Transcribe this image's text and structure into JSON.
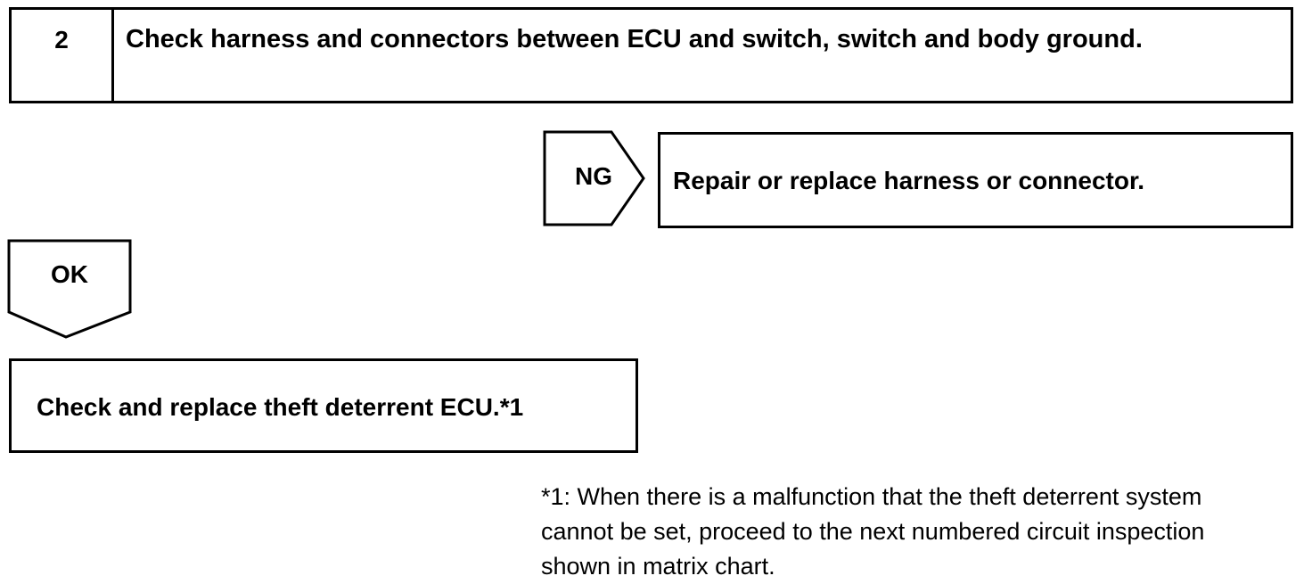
{
  "step": {
    "number": "2",
    "title": "Check harness and connectors between ECU and switch, switch and body ground."
  },
  "ng_branch": {
    "label": "NG",
    "action": "Repair or replace harness or connector."
  },
  "ok_branch": {
    "label": "OK",
    "action": "Check and replace theft deterrent ECU.*1"
  },
  "footnote": {
    "lines": [
      "*1: When there is a malfunction that the theft deterrent system",
      "cannot be set, proceed to the next numbered circuit inspection",
      "shown in matrix chart."
    ]
  }
}
